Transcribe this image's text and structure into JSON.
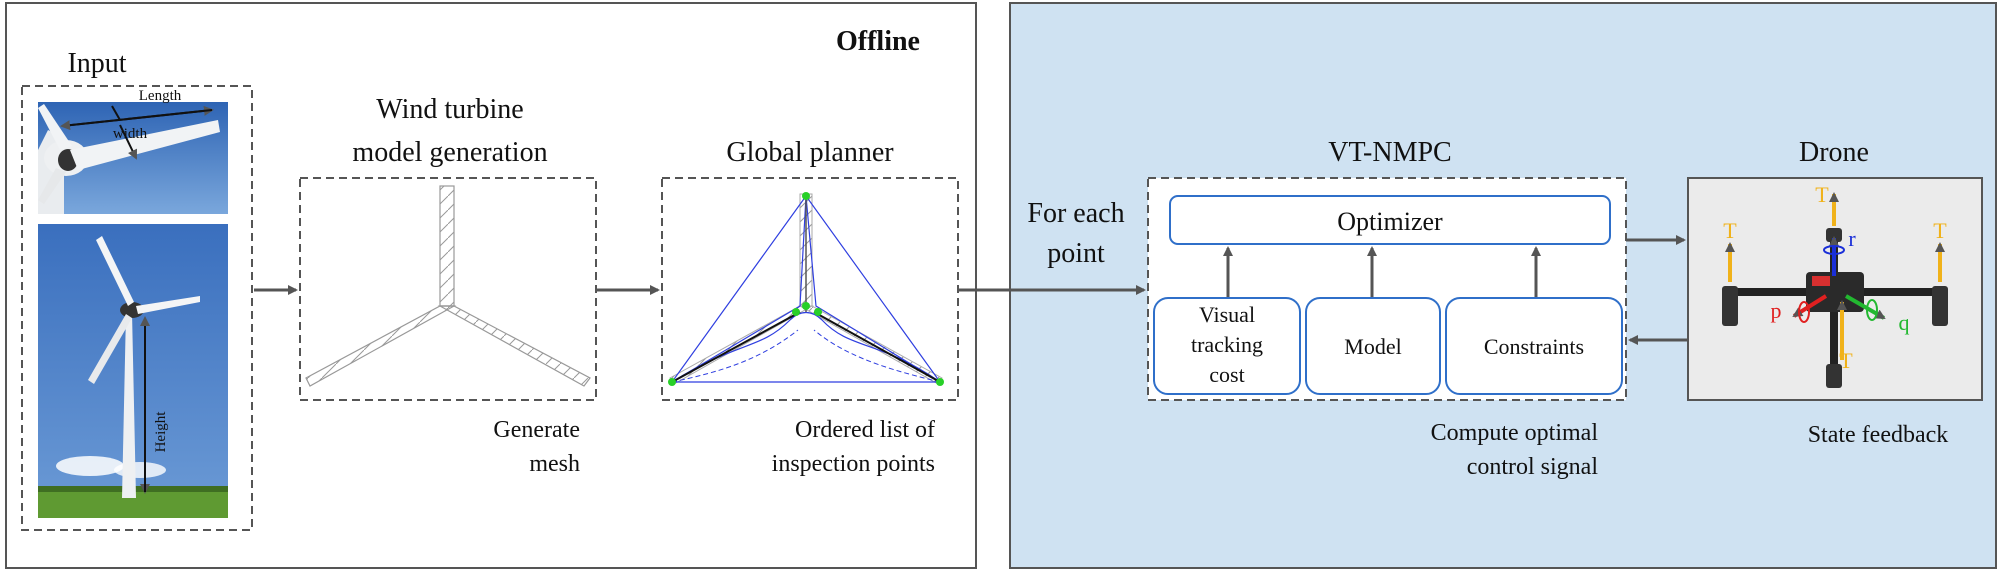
{
  "offline": {
    "title": "Offline",
    "input_label": "Input",
    "image_labels": {
      "length": "Length",
      "width": "width",
      "height": "Height"
    },
    "model_gen": {
      "title_line1": "Wind turbine",
      "title_line2": "model generation",
      "caption_line1": "Generate",
      "caption_line2": "mesh"
    },
    "planner": {
      "title": "Global planner",
      "caption_line1": "Ordered list of",
      "caption_line2": "inspection points"
    }
  },
  "online": {
    "for_each_line1": "For each",
    "for_each_line2": "point",
    "vtnmpc_title": "VT-NMPC",
    "optimizer": "Optimizer",
    "visual_line1": "Visual",
    "visual_line2": "tracking",
    "visual_line3": "cost",
    "model": "Model",
    "constraints": "Constraints",
    "caption_line1": "Compute optimal",
    "caption_line2": "control signal",
    "drone_title": "Drone",
    "state_feedback": "State feedback",
    "drone_labels": {
      "thrust": "T",
      "roll": "p",
      "pitch": "q",
      "yaw": "r"
    }
  },
  "colors": {
    "online_bg": "#cfe2f2",
    "box_border": "#2f6fc9",
    "arrow": "#555555",
    "thrust": "#f0b21a",
    "roll": "#e02020",
    "pitch": "#22b830",
    "yaw": "#1a2fd8",
    "sky": "#3f78c4",
    "grass": "#5f9a32",
    "planner_line": "#2f3fe0",
    "planner_node": "#28d028"
  }
}
